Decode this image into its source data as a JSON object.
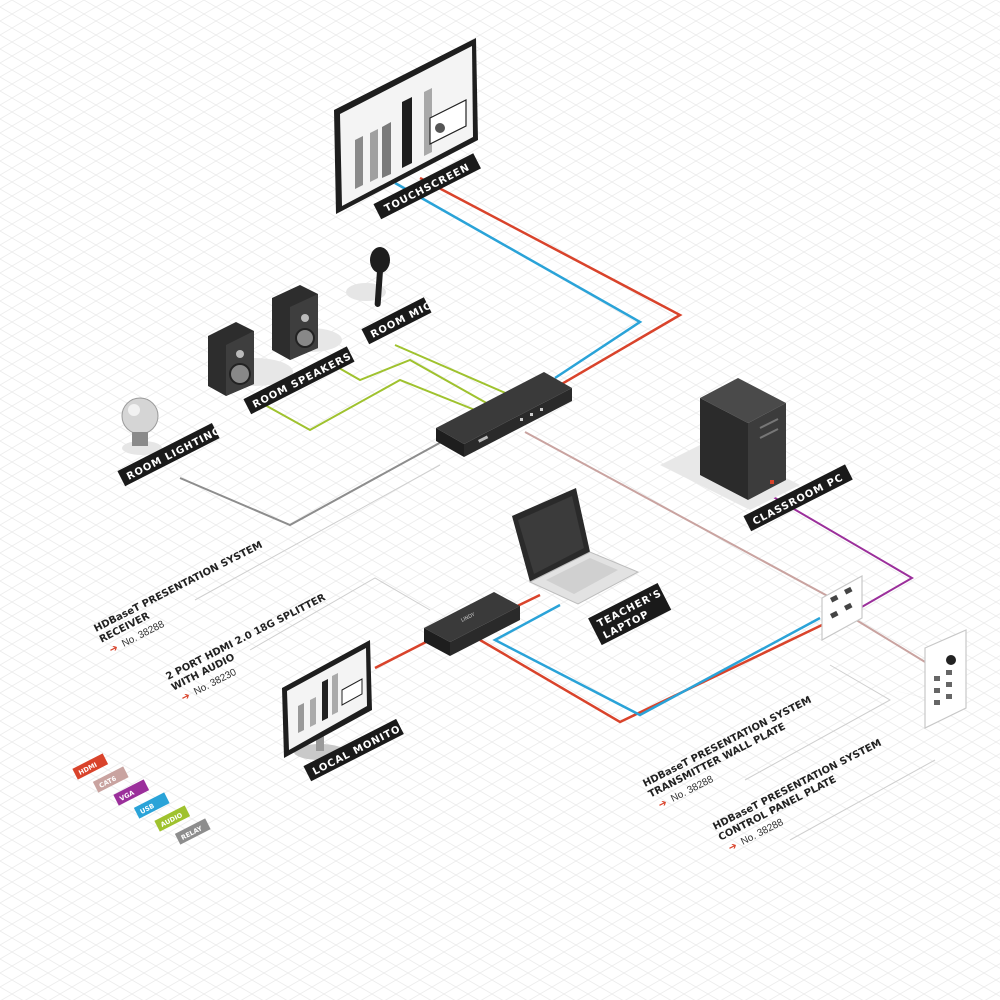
{
  "colors": {
    "hdmi": "#d9432b",
    "cat6": "#c9a3a0",
    "vga": "#9b2f9b",
    "usb": "#2aa3d8",
    "audio": "#9fc22e",
    "relay": "#8d8d8d",
    "label_bg": "#1a1a1a",
    "ref_arrow": "#d9432b"
  },
  "labels": {
    "touchscreen": "TOUCHSCREEN",
    "room_mic": "ROOM MIC",
    "room_speakers": "ROOM SPEAKERS",
    "room_lighting": "ROOM LIGHTING",
    "classroom_pc": "CLASSROOM PC",
    "teachers_laptop_line1": "TEACHER'S",
    "teachers_laptop_line2": "LAPTOP",
    "local_monitor": "LOCAL MONITOR"
  },
  "products": {
    "receiver": {
      "line1": "HDBaseT PRESENTATION SYSTEM",
      "line2": "RECEIVER",
      "ref": "No. 38288"
    },
    "splitter": {
      "line1": "2 PORT HDMI 2.0 18G SPLITTER",
      "line2": "WITH AUDIO",
      "ref": "No. 38230"
    },
    "wall_plate": {
      "line1": "HDBaseT PRESENTATION SYSTEM",
      "line2": "TRANSMITTER WALL PLATE",
      "ref": "No. 38288"
    },
    "control_panel": {
      "line1": "HDBaseT PRESENTATION SYSTEM",
      "line2": "CONTROL PANEL PLATE",
      "ref": "No. 38288"
    }
  },
  "legend": [
    {
      "label": "HDMI",
      "color": "#d9432b"
    },
    {
      "label": "CAT6",
      "color": "#c9a3a0"
    },
    {
      "label": "VGA",
      "color": "#9b2f9b"
    },
    {
      "label": "USB",
      "color": "#2aa3d8"
    },
    {
      "label": "AUDIO",
      "color": "#9fc22e"
    },
    {
      "label": "RELAY",
      "color": "#8d8d8d"
    }
  ],
  "brand": "LINDY"
}
